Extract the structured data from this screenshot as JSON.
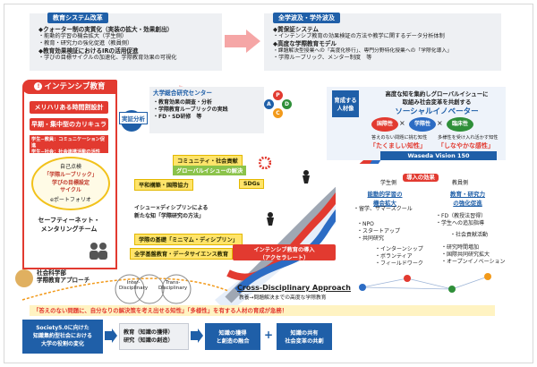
{
  "colors": {
    "accent_red": "#e23a30",
    "accent_blue": "#1f5fa8",
    "accent_green": "#2f8f39",
    "accent_yellow": "#ffe46a",
    "panel_gray": "#eef0f3"
  },
  "top_left": {
    "header": "教育システム改革",
    "items": [
      {
        "text": "◆クォーター制の実質化（実装の拡大・効果創出）",
        "bold": true
      },
      {
        "text": "・能動的学習の機会拡大（学生側）",
        "bold": false
      },
      {
        "text": "・教育・研究力の強化促進（教員側）",
        "bold": false
      },
      {
        "text": "◆教育効果検証におけるIRの活用促進",
        "bold": true
      },
      {
        "text": "・学びの目標サイクルの加速化、学際教育効果の可視化",
        "bold": false
      }
    ]
  },
  "top_right": {
    "header": "全学波及・学外波及",
    "items": [
      {
        "text": "◆質保証システム",
        "bold": true
      },
      {
        "text": "・インテンシブ教育の効果検証の方法や教学に関するデータ分析体制",
        "bold": false
      },
      {
        "text": "◆高度な学際教育モデル",
        "bold": true
      },
      {
        "text": "・課題解決型授業への「高度化移行」、専門分野特化授業への「学際化導入」",
        "bold": false
      },
      {
        "text": "・学際ルーブリック、メンター制度　等",
        "bold": false
      }
    ]
  },
  "left_panel": {
    "title": "インテンシブ教育",
    "boxes": [
      "メリハリある時間割設計",
      "早期・集中型のカリキュラム"
    ],
    "students_lines": [
      "学生−教員：コミュニケーション促進",
      "学生−社会：社会連携活動の活性"
    ],
    "cycle_title": "自己点検",
    "cycle_items": [
      "「学際ルーブリック」",
      "学びの目標設定",
      "サイクル",
      "eポートフォリオ"
    ],
    "safety_net": [
      "セーフティーネット・",
      "メンタリングチーム"
    ]
  },
  "center_panel": {
    "analysis_label": "実証分析",
    "research_center": "大学総合研究センター",
    "research_items": [
      "・教育効果の調査・分析",
      "・学際教育ルーブリックの実践",
      "・FD・SD研修　等"
    ],
    "pdca": [
      "P",
      "D",
      "C",
      "A"
    ],
    "community": "コミュニティ・社会貢献",
    "glocal": "グローバルイシューの解決",
    "peace": "平和構築・国際協力",
    "sdgs": "SDGs",
    "issue": [
      "イシュー×ディシプリンによる",
      "新たな知「学際研究の方法」"
    ],
    "basic_math": "学際の基礎「ミニマム・ディシプリン」",
    "data_science": "全学基盤教育・データサイエンス教育"
  },
  "right_panel": {
    "target_label": [
      "育成する",
      "人材像"
    ],
    "heading": [
      "高度な知を集約しグローバルイシューに",
      "取組み社会変革を共創する"
    ],
    "innovator": "ソーシャルイノベーター",
    "qualities": [
      "国際性",
      "学際性",
      "臨床性"
    ],
    "wisdom_left_caption": [
      "答えのない問題に",
      "挑む知性"
    ],
    "wisdom_left": "「たくましい知性」",
    "wisdom_right_caption": [
      "多様性を受け入れ",
      "活かす知性"
    ],
    "wisdom_right": "「しなやかな感性」",
    "vision": "Waseda Vision 150",
    "effects_header": "導入の効果",
    "students_header": "学生側",
    "students_title": [
      "能動的学習の",
      "機会拡大"
    ],
    "students_items": [
      "・留学、サマースクール",
      "・NPO",
      "・スタートアップ",
      "・共同研究",
      "・インターンシップ",
      "・ボランティア",
      "・フィールドワーク"
    ],
    "faculty_header": "教員側",
    "faculty_title": [
      "教育・研究力",
      "の強化促進"
    ],
    "faculty_items": [
      "・FD（教授法習得）",
      "・学生への追加指導",
      "・社会貢献活動",
      "・研究時間増加",
      "・国際共同研究拡大",
      "・オープンイノベーション"
    ]
  },
  "bottom": {
    "left_logo_title": [
      "社会科学部",
      "学際教育アプローチ"
    ],
    "inter": [
      "Inter-",
      "Disciplinary"
    ],
    "trans": [
      "Trans-",
      "Disciplinary"
    ],
    "intensive_intro": [
      "インテンシブ教育の導入",
      "（アクセラレート）"
    ],
    "approach_title": "Cross-Disciplinary Approach",
    "approach_sub": "教養→問題解決までの高度な学際教育",
    "banner": "「答えのない問題に、自分なりの解決策を考え出せる知性」「多様性」を有する人材の育成が急務！",
    "society_box": [
      "Society5.0に向けた",
      "知識集約型社会における",
      "大学の役割の変化"
    ],
    "edu_box": [
      "教育（知識の獲得）",
      "研究（知識の創造）"
    ],
    "transfer_box": [
      "知識の獲得",
      "と創造の融合"
    ],
    "plus": "+",
    "collab_box": [
      "知識の共有",
      "社会変革の共創"
    ]
  }
}
